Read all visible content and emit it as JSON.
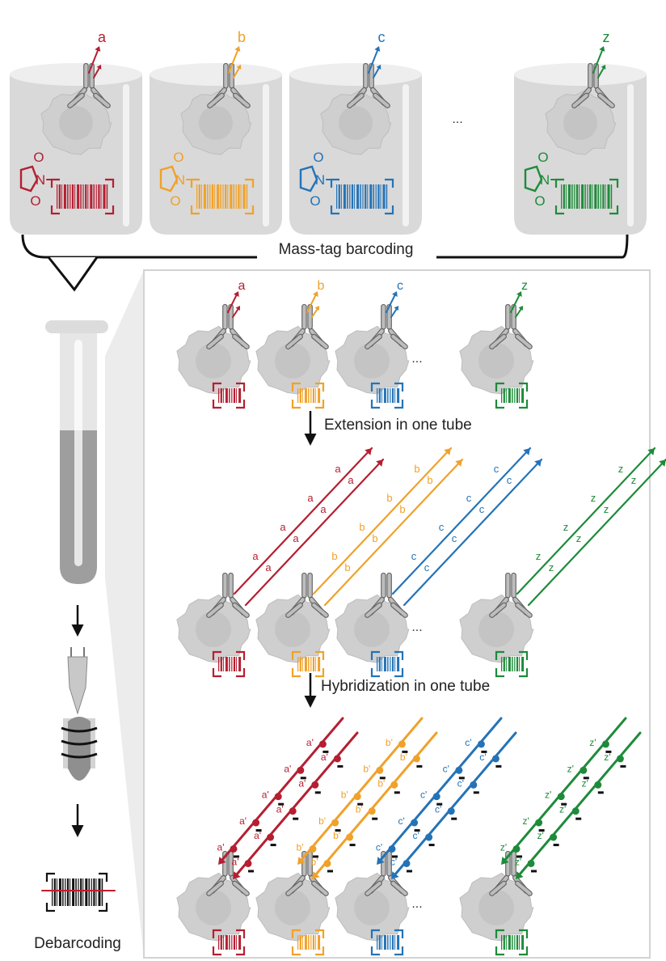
{
  "labels": {
    "mass_tag": "Mass-tag barcoding",
    "extension": "Extension in one tube",
    "hybridization": "Hybridization in one tube",
    "debarcoding": "Debarcoding",
    "ellipsis": "..."
  },
  "maleimide_letters": {
    "o": "O",
    "n": "N"
  },
  "colors": {
    "red": "#b51f31",
    "orange": "#f0a12a",
    "blue": "#2473b7",
    "green": "#1e8b3a",
    "tube": "#d9d9d9",
    "cell": "#cfcfcf",
    "antibody": "#8d8d8d",
    "frame": "#cccccc"
  },
  "samples": [
    {
      "letter": "a",
      "prime": "a'",
      "color": "#b51f31"
    },
    {
      "letter": "b",
      "prime": "b'",
      "color": "#f0a12a"
    },
    {
      "letter": "c",
      "prime": "c'",
      "color": "#2473b7"
    },
    {
      "letter": "z",
      "prime": "z'",
      "color": "#1e8b3a"
    }
  ]
}
